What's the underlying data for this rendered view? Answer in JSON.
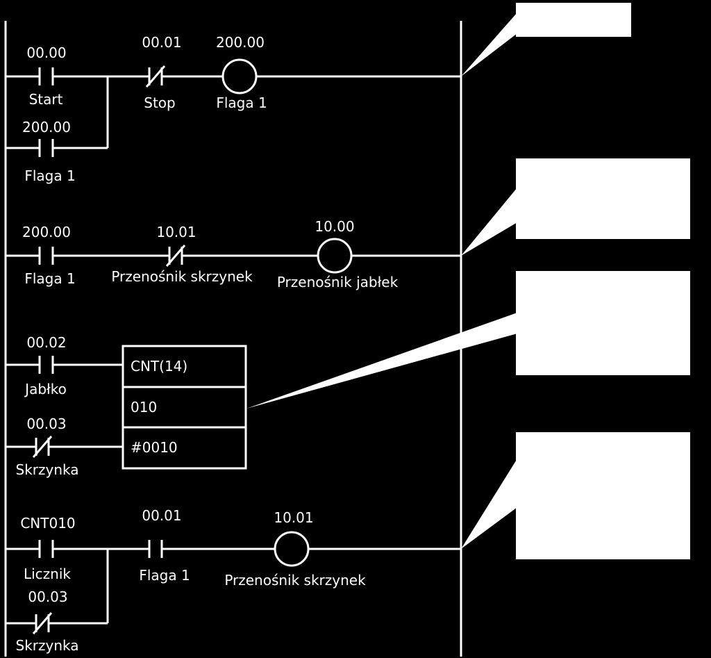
{
  "colors": {
    "background": "#000000",
    "foreground": "#ffffff"
  },
  "rung1": {
    "start_addr": "00.00",
    "start_name": "Start",
    "seal_addr": "200.00",
    "seal_name": "Flaga 1",
    "stop_addr": "00.01",
    "stop_name": "Stop",
    "coil_addr": "200.00",
    "coil_name": "Flaga 1"
  },
  "rung2": {
    "flag_addr": "200.00",
    "flag_name": "Flaga 1",
    "nc_addr": "10.01",
    "nc_name": "Przenośnik skrzynek",
    "coil_addr": "10.00",
    "coil_name": "Przenośnik jabłek"
  },
  "rung3": {
    "count_addr": "00.02",
    "count_name": "Jabłko",
    "reset_addr": "00.03",
    "reset_name": "Skrzynka",
    "counter_instr": "CNT(14)",
    "counter_number": "010",
    "counter_preset": "#0010"
  },
  "rung4": {
    "cnt_addr": "CNT010",
    "cnt_name": "Licznik",
    "box_addr": "00.03",
    "box_name": "Skrzynka",
    "flag_addr": "00.01",
    "flag_name": "Flaga 1",
    "coil_addr": "10.01",
    "coil_name": "Przenośnik skrzynek"
  }
}
